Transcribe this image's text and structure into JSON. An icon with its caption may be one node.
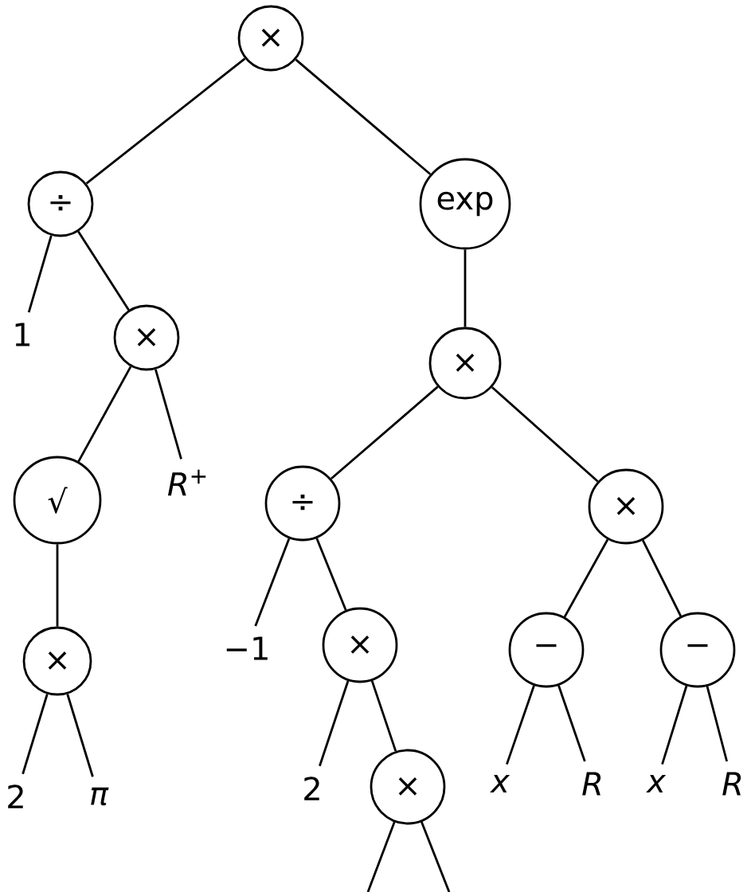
{
  "diagram": {
    "nodes": [
      {
        "text": [
          "×"
        ]
      },
      {
        "text": [
          "÷"
        ]
      },
      {
        "text": [
          "exp"
        ]
      },
      {
        "text": [
          "1"
        ]
      },
      {
        "text": [
          "×"
        ]
      },
      {
        "text": [
          "√"
        ]
      },
      {
        "text": [
          "R$^{+}$"
        ]
      },
      {
        "text": [
          "×"
        ]
      },
      {
        "text": [
          "2"
        ]
      },
      {
        "text": [
          "π"
        ]
      },
      {
        "text": [
          "×"
        ]
      },
      {
        "text": [
          "÷"
        ]
      },
      {
        "text": [
          "×"
        ]
      },
      {
        "text": [
          "−1"
        ]
      },
      {
        "text": [
          "×"
        ]
      },
      {
        "text": [
          "−"
        ]
      },
      {
        "text": [
          "−"
        ]
      },
      {
        "text": [
          "2"
        ]
      },
      {
        "text": [
          "×"
        ]
      },
      {
        "text": [
          "x"
        ]
      },
      {
        "text": [
          "R"
        ]
      },
      {
        "text": [
          "x"
        ]
      },
      {
        "text": [
          "R"
        ]
      }
    ],
    "edges": [
      {
        "from": 0,
        "to": 1,
        "arrow": "none"
      },
      {
        "from": 0,
        "to": 2,
        "arrow": "none"
      },
      {
        "from": 1,
        "to": 3,
        "arrow": "none"
      },
      {
        "from": 1,
        "to": 4,
        "arrow": "none"
      },
      {
        "from": 4,
        "to": 5,
        "arrow": "none"
      },
      {
        "from": 4,
        "to": 6,
        "arrow": "none"
      },
      {
        "from": 5,
        "to": 7,
        "arrow": "none"
      },
      {
        "from": 7,
        "to": 8,
        "arrow": "none"
      },
      {
        "from": 7,
        "to": 9,
        "arrow": "none"
      },
      {
        "from": 2,
        "to": 10,
        "arrow": "none"
      },
      {
        "from": 10,
        "to": 11,
        "arrow": "none"
      },
      {
        "from": 10,
        "to": 12,
        "arrow": "none"
      },
      {
        "from": 11,
        "to": 13,
        "arrow": "none"
      },
      {
        "from": 11,
        "to": 14,
        "arrow": "none"
      },
      {
        "from": 14,
        "to": 17,
        "arrow": "none"
      },
      {
        "from": 14,
        "to": 18,
        "arrow": "none"
      },
      {
        "from": 12,
        "to": 15,
        "arrow": "none"
      },
      {
        "from": 12,
        "to": 16,
        "arrow": "none"
      },
      {
        "from": 15,
        "to": 19,
        "arrow": "none"
      },
      {
        "from": 15,
        "to": 20,
        "arrow": "none"
      },
      {
        "from": 16,
        "to": 21,
        "arrow": "none"
      },
      {
        "from": 16,
        "to": 22,
        "arrow": "none"
      },
      {
        "from": 18,
        "to": null,
        "arrow": "none"
      },
      {
        "from": 18,
        "to": null,
        "arrow": "none"
      }
    ]
  }
}
